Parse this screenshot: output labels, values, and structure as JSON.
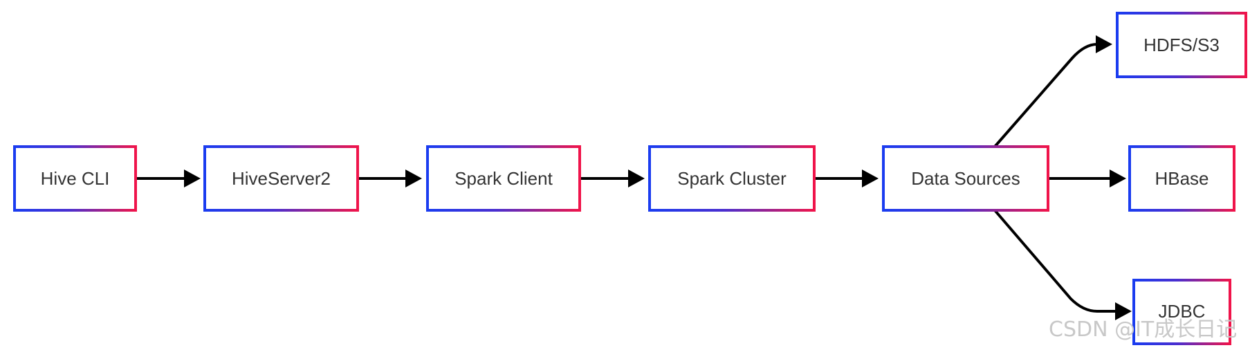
{
  "diagram": {
    "type": "flowchart",
    "direction": "left-to-right",
    "nodes": {
      "hive_cli": "Hive CLI",
      "hiveserver2": "HiveServer2",
      "spark_client": "Spark Client",
      "spark_cluster": "Spark Cluster",
      "data_sources": "Data Sources",
      "hdfs_s3": "HDFS/S3",
      "hbase": "HBase",
      "jdbc": "JDBC"
    },
    "edges": [
      {
        "from": "Hive CLI",
        "to": "HiveServer2"
      },
      {
        "from": "HiveServer2",
        "to": "Spark Client"
      },
      {
        "from": "Spark Client",
        "to": "Spark Cluster"
      },
      {
        "from": "Spark Cluster",
        "to": "Data Sources"
      },
      {
        "from": "Data Sources",
        "to": "HDFS/S3"
      },
      {
        "from": "Data Sources",
        "to": "HBase"
      },
      {
        "from": "Data Sources",
        "to": "JDBC"
      }
    ],
    "colors": {
      "border_gradient_start": "#1a3cf0",
      "border_gradient_end": "#f0144a",
      "text": "#333333",
      "edge": "#000000",
      "background": "#ffffff"
    }
  },
  "watermark": "CSDN @IT成长日记"
}
